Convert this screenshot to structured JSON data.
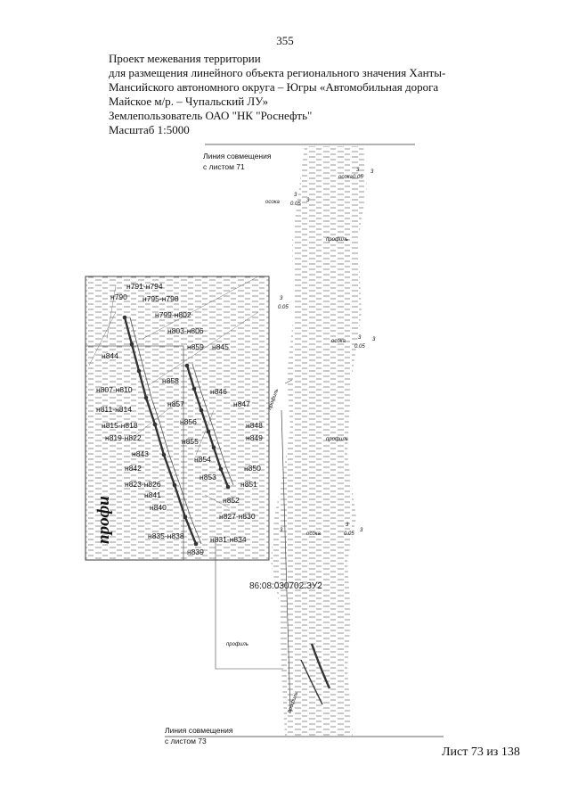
{
  "page_number": "355",
  "header": {
    "lines": [
      "Проект межевания территории",
      "для размещения линейного объекта регионального значения Ханты-",
      "Мансийского автономного округа – Югры  «Автомобильная дорога",
      "Майское м/р. – Чупальский ЛУ»",
      "Землепользователь ОАО \"НК \"Роснефть\"",
      "Масштаб 1:5000"
    ]
  },
  "map": {
    "join_top": [
      "Линия совмещения",
      "с листом 71"
    ],
    "join_bottom": [
      "Линия совмещения",
      "с листом 73"
    ],
    "cadastral_number": "86:08:030702:ЗУ2",
    "big_label": "профи",
    "point_labels": [
      "н791-н794",
      "н790",
      "н795-н798",
      "н799-н802",
      "н803-н806",
      "н844",
      "н859",
      "н845",
      "н858",
      "н807-н810",
      "н846",
      "н857",
      "н847",
      "н811-н814",
      "н856",
      "н848",
      "н815-н818",
      "н855",
      "н849",
      "н819-н822",
      "н843",
      "н854",
      "н842",
      "н850",
      "н853",
      "н823-н826",
      "н851",
      "н841",
      "н852",
      "н840",
      "н827-н830",
      "н835-н838",
      "н831-н834",
      "н839"
    ],
    "symbol_labels": {
      "oseka": "осока",
      "profil": "профиль"
    },
    "fractions": {
      "top1": {
        "a": "3",
        "b": "0.05",
        "c": "3"
      },
      "top2": {
        "a": "3",
        "b": "0.05",
        "c": "3"
      },
      "mid1": {
        "a": "3",
        "b": "0.05"
      },
      "mid2": {
        "a": "3",
        "b": "0.05",
        "c": "3"
      },
      "low1": {
        "a": "3",
        "b": "0.05",
        "c": "3"
      },
      "small": {
        "a": "3"
      }
    }
  },
  "sheet_label": "Лист 73 из 138"
}
